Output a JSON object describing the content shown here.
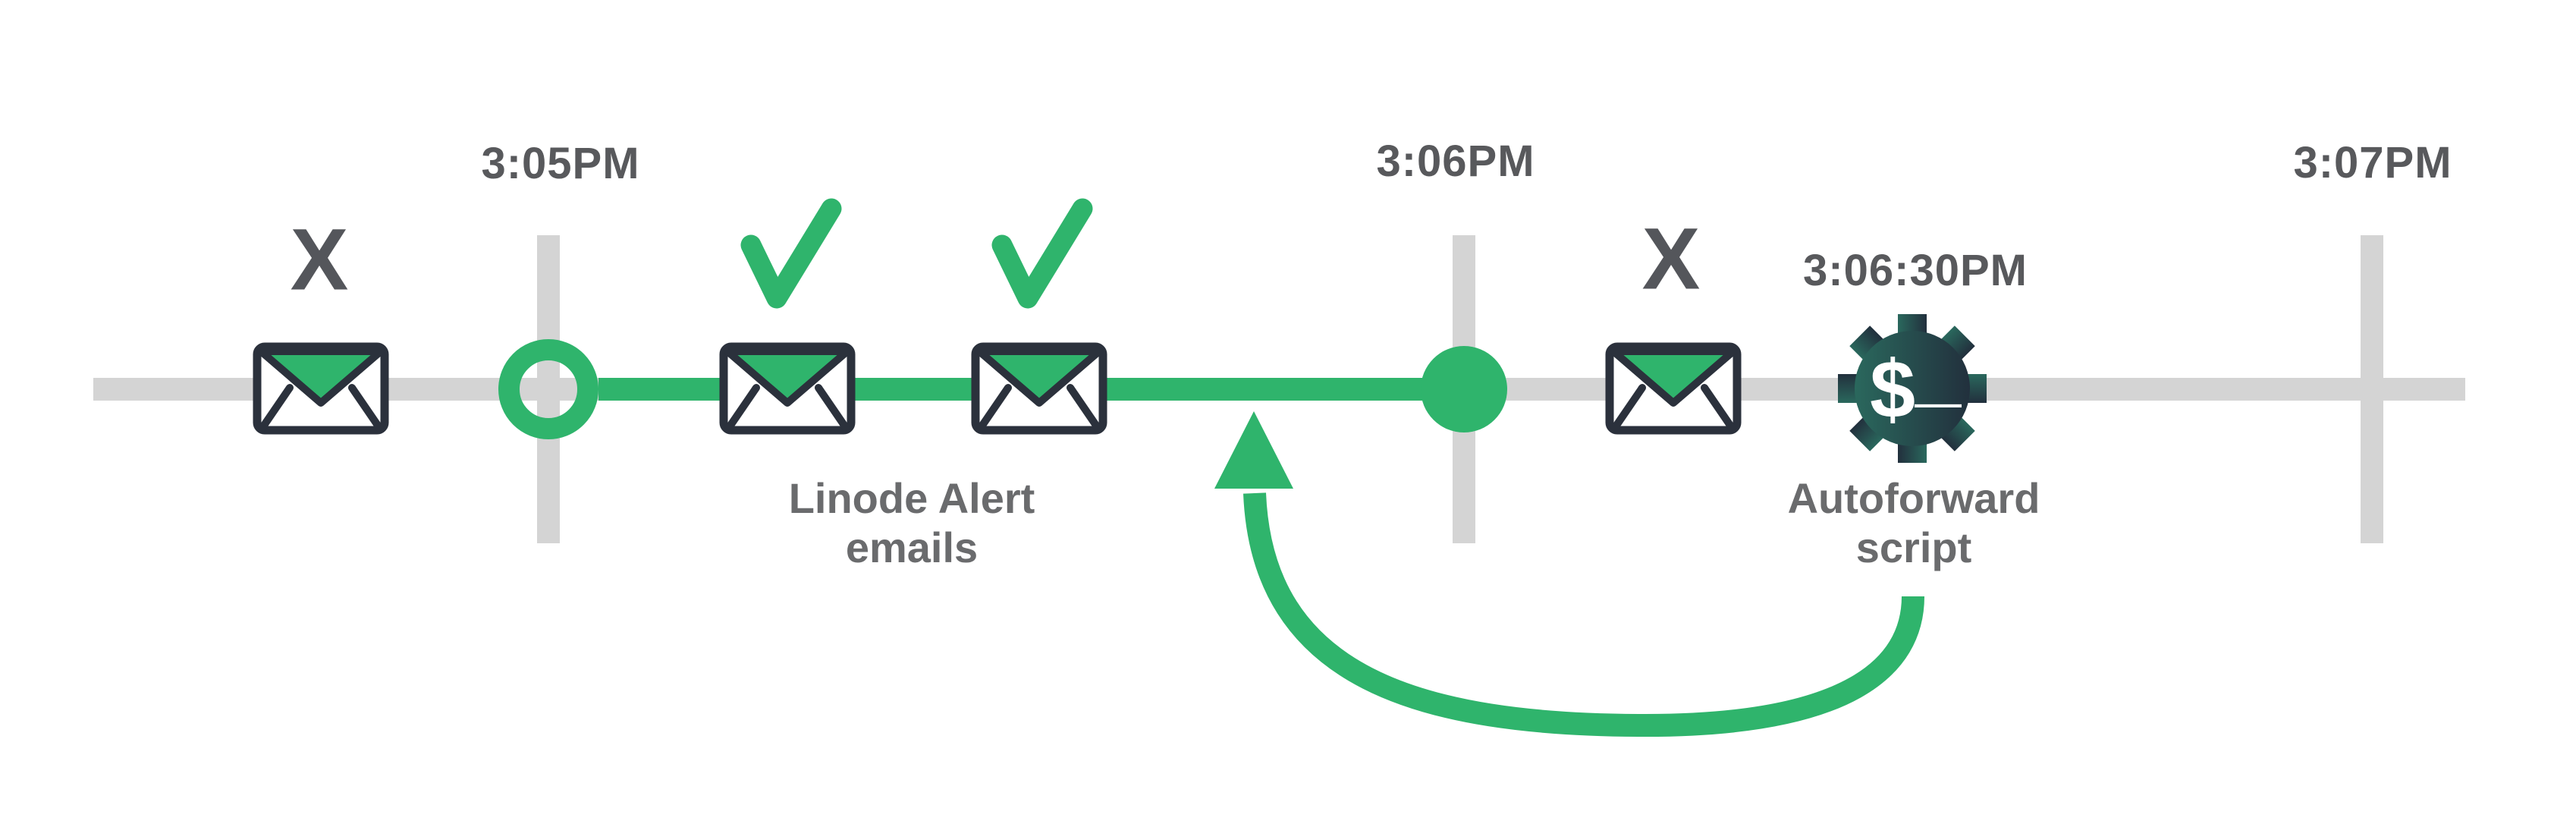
{
  "timeline": {
    "tick_labels": [
      "3:05PM",
      "3:06PM",
      "3:07PM"
    ],
    "event_time_label": "3:06:30PM"
  },
  "captions": {
    "alert_line1": "Linode Alert",
    "alert_line2": "emails",
    "script_line1": "Autoforward",
    "script_line2": "script"
  },
  "marks": {
    "x_left": "X",
    "x_right": "X"
  },
  "gear": {
    "dollar": "$",
    "underscore": "_"
  },
  "icons": [
    "envelope-icon",
    "envelope-icon",
    "envelope-icon",
    "envelope-icon",
    "x-icon",
    "x-icon",
    "check-icon",
    "check-icon",
    "gear-terminal-icon",
    "timeline-start-ring",
    "timeline-end-dot",
    "loop-arrow-icon"
  ],
  "colors": {
    "bg": "#ffffff",
    "green": "#2fb46c",
    "track_gray": "#d4d4d4",
    "time_gray": "#58595c",
    "caption_gray": "#6a6b6d",
    "x_gray": "#54565b",
    "outline_dark": "#2b313c",
    "gear_teal": "#2a685d",
    "gear_navy": "#22303d"
  }
}
